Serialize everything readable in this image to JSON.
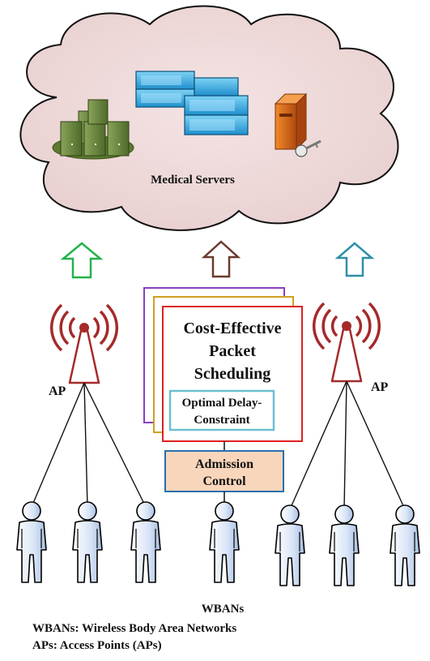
{
  "cloud": {
    "label": "Medical Servers"
  },
  "scheduler": {
    "title_lines": [
      "Cost-Effective",
      "Packet",
      "Scheduling"
    ],
    "inner_lines": [
      "Optimal Delay-",
      "Constraint"
    ]
  },
  "admission": {
    "lines": [
      "Admission",
      "Control"
    ]
  },
  "access_points": {
    "left_label": "AP",
    "right_label": "AP"
  },
  "wbans": {
    "label": "WBANs"
  },
  "legend": {
    "line1": "WBANs: Wireless Body Area Networks",
    "line2": "APs: Access Points (APs)"
  },
  "colors": {
    "cloud_fill": "#eed8d8",
    "arrow_left": "#22b34a",
    "arrow_mid": "#6b3a2e",
    "arrow_right": "#2e8fa8",
    "tower": "#a52a2a",
    "card_purple": "#8a3fbf",
    "card_gold": "#d0a020",
    "card_red": "#e02020",
    "inner_box": "#6cc0d0",
    "admission_fill": "#f8d6bc",
    "admission_border": "#2a6fb0",
    "person": "#dbe6f7"
  }
}
